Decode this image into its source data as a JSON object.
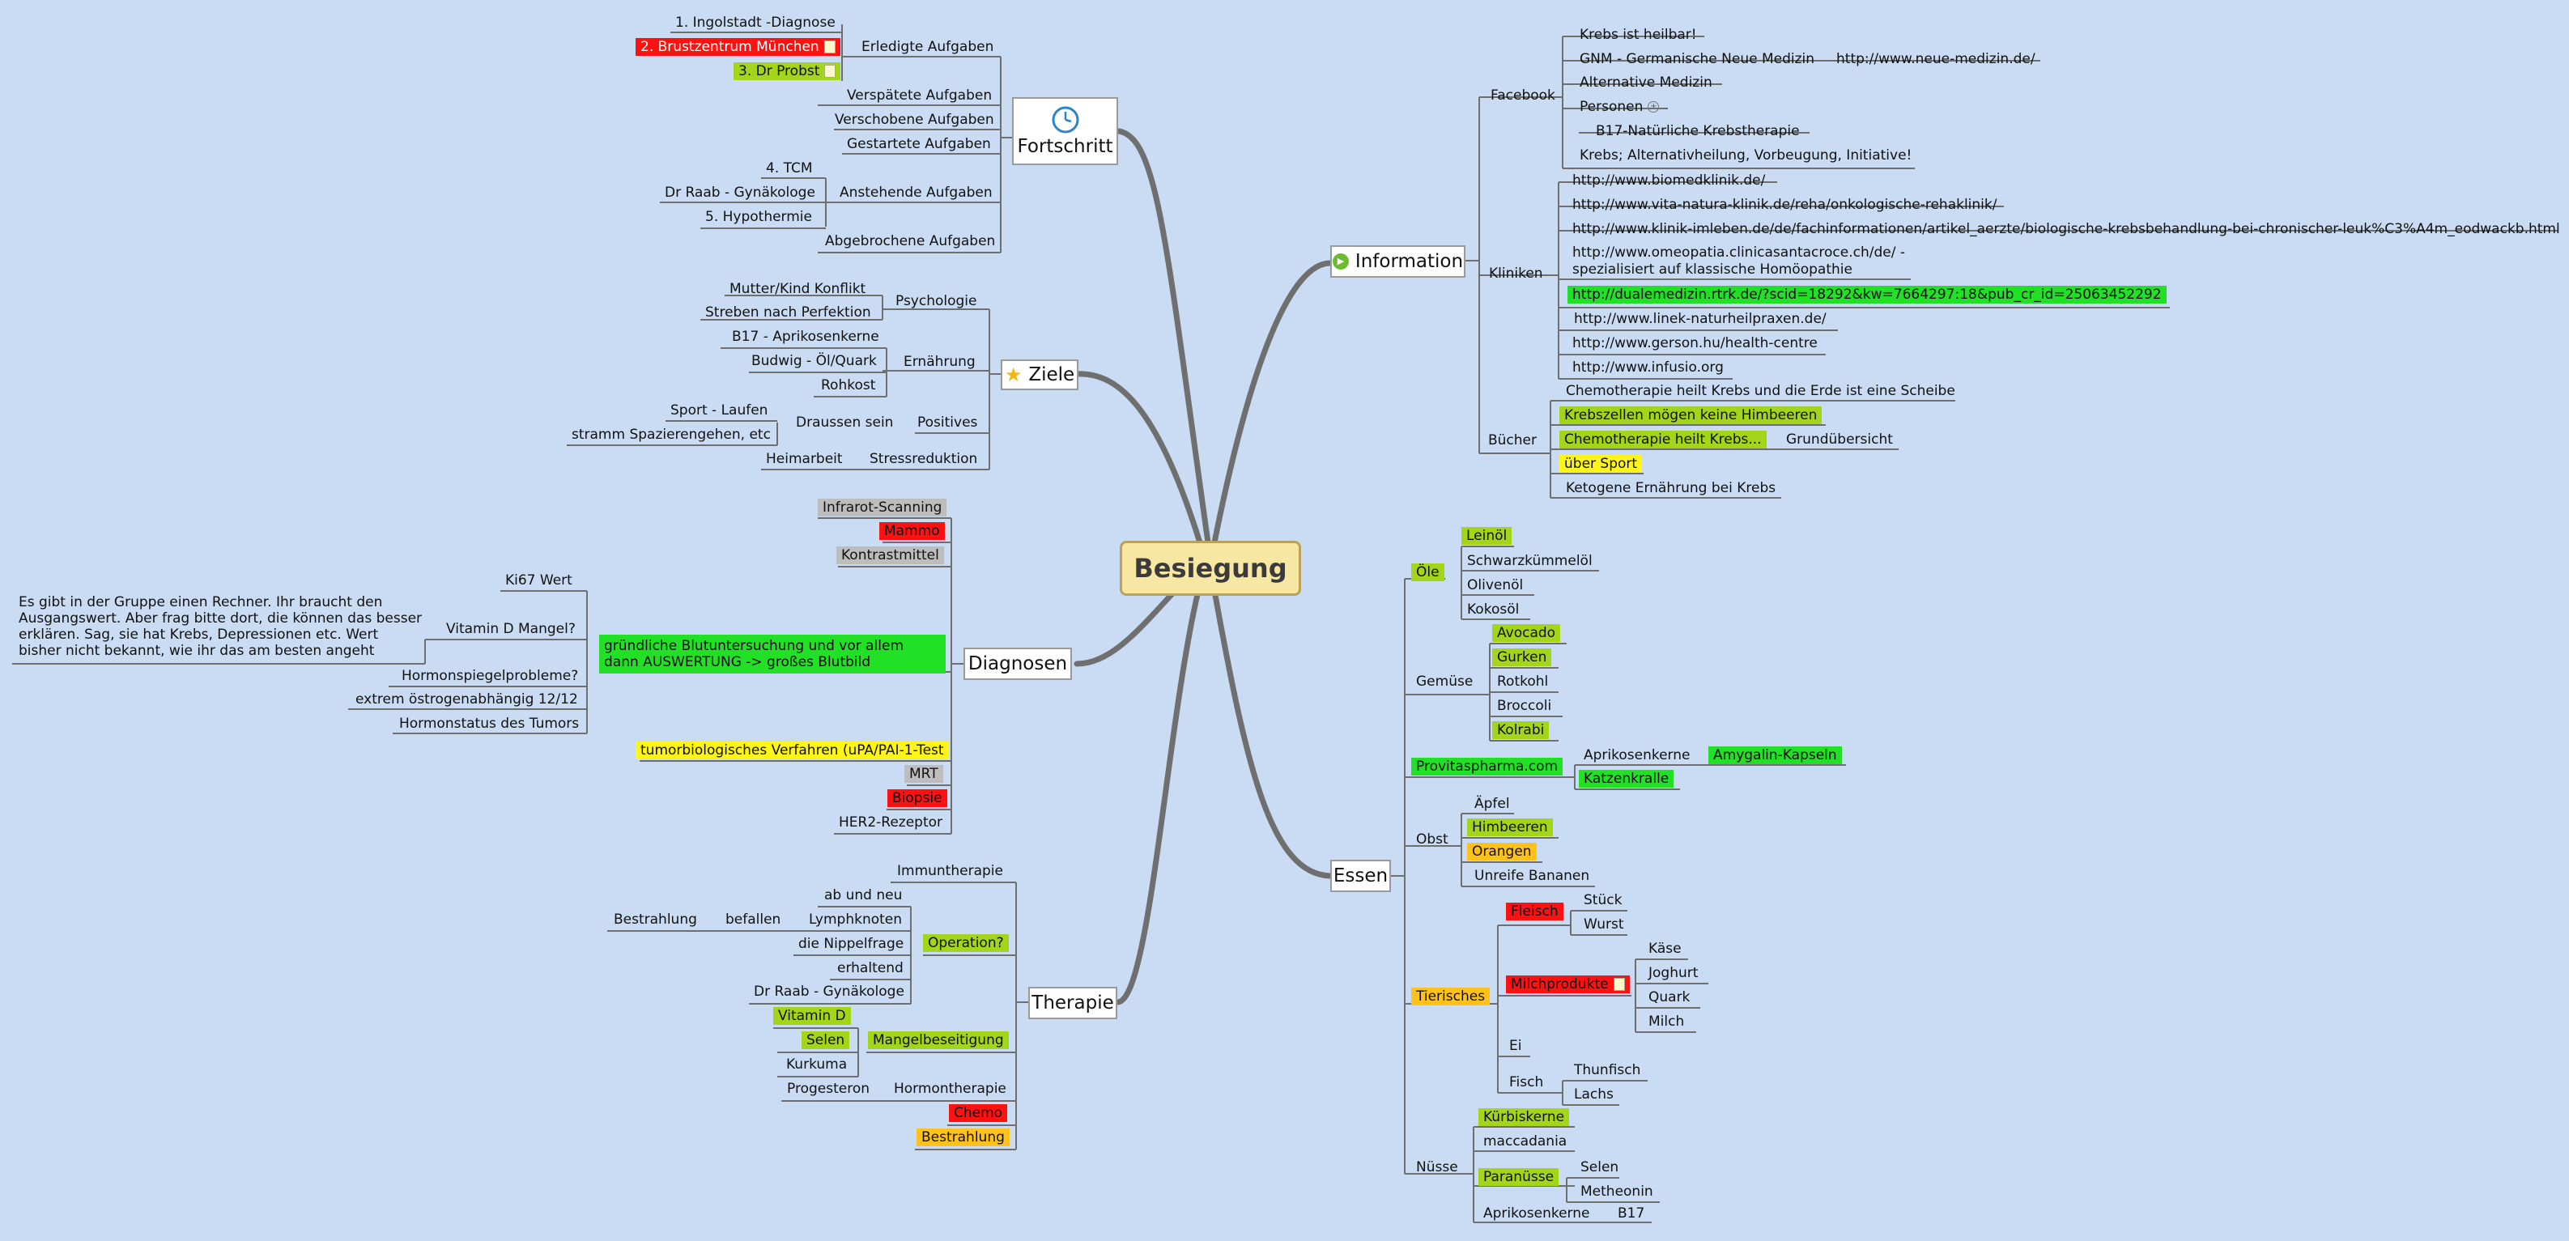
{
  "root": {
    "label": "Besiegung"
  },
  "colors": {
    "red": "#ff1111",
    "lime": "#a3d51a",
    "green": "#22e025",
    "yellow": "#fff51a",
    "orange": "#ffc21a",
    "gray": "#bdbdbd",
    "line": "#6f6f6f"
  },
  "main": {
    "fortschritt": "Fortschritt",
    "ziele": "Ziele",
    "diagnosen": "Diagnosen",
    "therapie": "Therapie",
    "information": "Information",
    "essen": "Essen"
  },
  "icons": {
    "fortschritt": "clock-icon",
    "ziele": "star-icon",
    "information": "play-icon",
    "note": "note-icon"
  },
  "fortschritt": {
    "erledigte": "Erledigte Aufgaben",
    "e1": "1. Ingolstadt -Diagnose",
    "e2": "2. Brustzentrum München",
    "e3": "3. Dr Probst",
    "verspaetete": "Verspätete Aufgaben",
    "verschobene": "Verschobene Aufgaben",
    "gestartete": "Gestartete Aufgaben",
    "anstehende": "Anstehende Aufgaben",
    "a1": "4. TCM",
    "a2": "Dr Raab - Gynäkologe",
    "a3": "5. Hypothermie",
    "abgebrochene": "Abgebrochene Aufgaben"
  },
  "ziele": {
    "psychologie": "Psychologie",
    "p1": "Mutter/Kind Konflikt",
    "p2": "Streben nach Perfektion",
    "ernaehrung": "Ernährung",
    "n1": "B17 - Aprikosenkerne",
    "n2": "Budwig - Öl/Quark",
    "n3": "Rohkost",
    "positives": "Positives",
    "draussen": "Draussen sein",
    "d1": "Sport - Laufen",
    "d2": "stramm Spazierengehen, etc",
    "stress": "Stressreduktion",
    "s1": "Heimarbeit"
  },
  "diagnosen": {
    "infrarot": "Infrarot-Scanning",
    "mammo": "Mammo",
    "kontrast": "Kontrastmittel",
    "blut": "gründliche Blutuntersuchung und vor allem dann AUSWERTUNG -> großes Blutbild",
    "ki67": "Ki67 Wert",
    "vitd": "Vitamin D Mangel?",
    "vitd_note": "Es gibt in der Gruppe einen Rechner. Ihr braucht den Ausgangswert. Aber frag bitte dort, die können das besser erklären. Sag, sie hat Krebs, Depressionen etc. Wert bisher nicht bekannt, wie ihr das am besten angeht",
    "hormonspiegel": "Hormonspiegelprobleme?",
    "oestrogen": "extrem östrogenabhängig 12/12",
    "hormonstatus": "Hormonstatus des Tumors",
    "tumorbio": "tumorbiologisches Verfahren (uPA/PAI-1-Test",
    "mrt": "MRT",
    "biopsie": "Biopsie",
    "her2": "HER2-Rezeptor"
  },
  "therapie": {
    "immun": "Immuntherapie",
    "operation": "Operation?",
    "o1": "ab und neu",
    "o2": "Lymphknoten",
    "o2a": "befallen",
    "o2b": "Bestrahlung",
    "o3": "die Nippelfrage",
    "o4": "erhaltend",
    "o5": "Dr Raab - Gynäkologe",
    "mangel": "Mangelbeseitigung",
    "m1": "Vitamin D",
    "m2": "Selen",
    "m3": "Kurkuma",
    "hormon": "Hormontherapie",
    "h1": "Progesteron",
    "chemo": "Chemo",
    "bestrahlung": "Bestrahlung"
  },
  "information": {
    "facebook": "Facebook",
    "f1": "Krebs ist heilbar!",
    "f2": "GNM - Germanische Neue Medizin",
    "f2a": "http://www.neue-medizin.de/",
    "f3": "Alternative Medizin",
    "f4": "Personen",
    "f4a": "B17-Natürliche Krebstherapie",
    "f5": "Krebs; Alternativheilung, Vorbeugung, Initiative!",
    "kliniken": "Kliniken",
    "k1": "http://www.biomedklinik.de/",
    "k2": "http://www.vita-natura-klinik.de/reha/onkologische-rehaklinik/",
    "k3": "http://www.klinik-imleben.de/de/fachinformationen/artikel_aerzte/biologische-krebsbehandlung-bei-chronischer-leuk%C3%A4m_eodwackb.html",
    "k4": "http://www.omeopatia.clinicasantacroce.ch/de/ - spezialisiert auf klassische Homöopathie",
    "k5": "http://dualemedizin.rtrk.de/?scid=18292&kw=7664297:18&pub_cr_id=25063452292",
    "k6": "http://www.linek-naturheilpraxen.de/",
    "k7": "http://www.gerson.hu/health-centre",
    "k8": "http://www.infusio.org",
    "buecher": "Bücher",
    "b1": "Chemotherapie heilt Krebs und die Erde ist eine Scheibe",
    "b2": "Krebszellen mögen keine Himbeeren",
    "b3": "Chemotherapie heilt Krebs...",
    "b3a": "Grundübersicht",
    "b4": "über Sport",
    "b5": "Ketogene Ernährung bei Krebs"
  },
  "essen": {
    "oele": "Öle",
    "o1": "Leinöl",
    "o2": "Schwarzkümmelöl",
    "o3": "Olivenöl",
    "o4": "Kokosöl",
    "gemuese": "Gemüse",
    "g1": "Avocado",
    "g2": "Gurken",
    "g3": "Rotkohl",
    "g4": "Broccoli",
    "g5": "Kolrabi",
    "provita": "Provitaspharma.com",
    "pv1": "Aprikosenkerne",
    "pv1a": "Amygalin-Kapseln",
    "pv2": "Katzenkralle",
    "obst": "Obst",
    "ob1": "Äpfel",
    "ob2": "Himbeeren",
    "ob3": "Orangen",
    "ob4": "Unreife Bananen",
    "tierisches": "Tierisches",
    "fleisch": "Fleisch",
    "fl1": "Stück",
    "fl2": "Wurst",
    "milch": "Milchprodukte",
    "mi1": "Käse",
    "mi2": "Joghurt",
    "mi3": "Quark",
    "mi4": "Milch",
    "ei": "Ei",
    "fisch": "Fisch",
    "fi1": "Thunfisch",
    "fi2": "Lachs",
    "nuesse": "Nüsse",
    "n1": "Kürbiskerne",
    "n2": "maccadania",
    "n3": "Paranüsse",
    "n3a": "Selen",
    "n3b": "Metheonin",
    "n4": "Aprikosenkerne",
    "n4a": "B17"
  }
}
